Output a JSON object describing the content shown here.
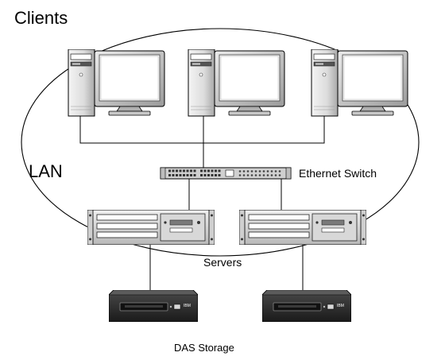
{
  "labels": {
    "clients": "Clients",
    "lan": "LAN",
    "switch": "Ethernet Switch",
    "servers": "Servers",
    "storage": "DAS Storage"
  },
  "storage_brand": "IBM",
  "colors": {
    "line": "#000000",
    "case_light": "#e8e8e8",
    "case_mid": "#b4b4b4",
    "case_dark": "#5a5a5a",
    "screen": "#f2f2f2",
    "drive_body": "#2e2e2e",
    "switch_body": "#d0d0d0"
  }
}
